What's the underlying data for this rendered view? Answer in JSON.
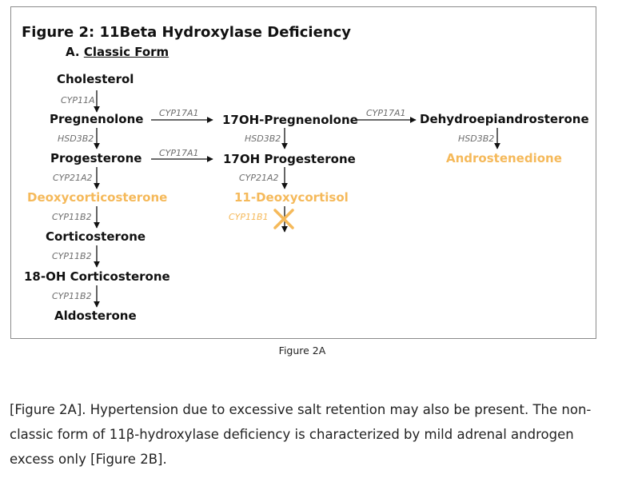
{
  "figure": {
    "title": "Figure 2: 11Beta Hydroxylase Deficiency",
    "subtitle_prefix": "A. ",
    "subtitle_underlined": "Classic Form",
    "nodes": {
      "cholesterol": "Cholesterol",
      "pregnenolone": "Pregnenolone",
      "oh17_pregnenolone": "17OH-Pregnenolone",
      "dhea": "Dehydroepiandrosterone",
      "progesterone": "Progesterone",
      "oh17_progesterone": "17OH Progesterone",
      "androstenedione": "Androstenedione",
      "deoxycorticosterone": "Deoxycorticosterone",
      "deoxycortisol": "11-Deoxycortisol",
      "corticosterone": "Corticosterone",
      "oh18_corticosterone": "18-OH Corticosterone",
      "aldosterone": "Aldosterone"
    },
    "enzymes": {
      "cyp11a": "CYP11A",
      "hsd3b2_a": "HSD3B2",
      "cyp21a2_a": "CYP21A2",
      "cyp11b2_a": "CYP11B2",
      "cyp11b2_b": "CYP11B2",
      "cyp11b2_c": "CYP11B2",
      "cyp17a1_a": "CYP17A1",
      "cyp17a1_b": "CYP17A1",
      "cyp17a1_c": "CYP17A1",
      "hsd3b2_b": "HSD3B2",
      "hsd3b2_c": "HSD3B2",
      "cyp21a2_b": "CYP21A2",
      "cyp11b1": "CYP11B1"
    },
    "colors": {
      "highlight": "#f5b95a",
      "text": "#111111",
      "enzyme": "#6f6f6f"
    }
  },
  "caption": "Figure 2A",
  "paragraph": "[Figure 2A]. Hypertension due to excessive salt retention may also be present. The non-classic form of 11β-hydroxylase deficiency is characterized by mild adrenal androgen excess only [Figure 2B]."
}
